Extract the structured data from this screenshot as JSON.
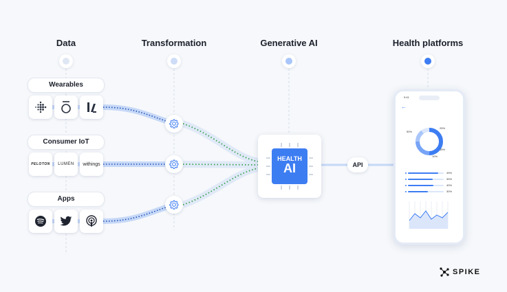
{
  "columns": {
    "data": "Data",
    "transformation": "Transformation",
    "generative_ai": "Generative AI",
    "health_platforms": "Health platforms"
  },
  "groups": {
    "wearables": {
      "label": "Wearables",
      "icons": [
        "fitbit-icon",
        "oura-ring-icon",
        "whoop-icon"
      ]
    },
    "consumer_iot": {
      "label": "Consumer IoT",
      "brands": [
        "PELOTON",
        "LUMEN",
        "withings"
      ]
    },
    "apps": {
      "label": "Apps",
      "icons": [
        "spotify-icon",
        "twitter-icon",
        "podcasts-icon"
      ]
    }
  },
  "chip": {
    "line1": "HEALTH",
    "line2": "AI"
  },
  "api_label": "API",
  "phone": {
    "time": "9:41",
    "donut": {
      "labels": [
        "50%",
        "25%",
        "15%",
        "10%"
      ]
    },
    "list_rows": [
      {
        "value": "49%",
        "progress": 0.85
      },
      {
        "value": "39%",
        "progress": 0.7
      },
      {
        "value": "40%",
        "progress": 0.72
      },
      {
        "value": "30%",
        "progress": 0.55
      }
    ]
  },
  "brand": {
    "name": "SPIKE"
  },
  "colors": {
    "accent": "#3d7df2",
    "flow_green": "#36a04a",
    "flow_blue": "#1f4fb5",
    "band": "#c6d8f7"
  }
}
